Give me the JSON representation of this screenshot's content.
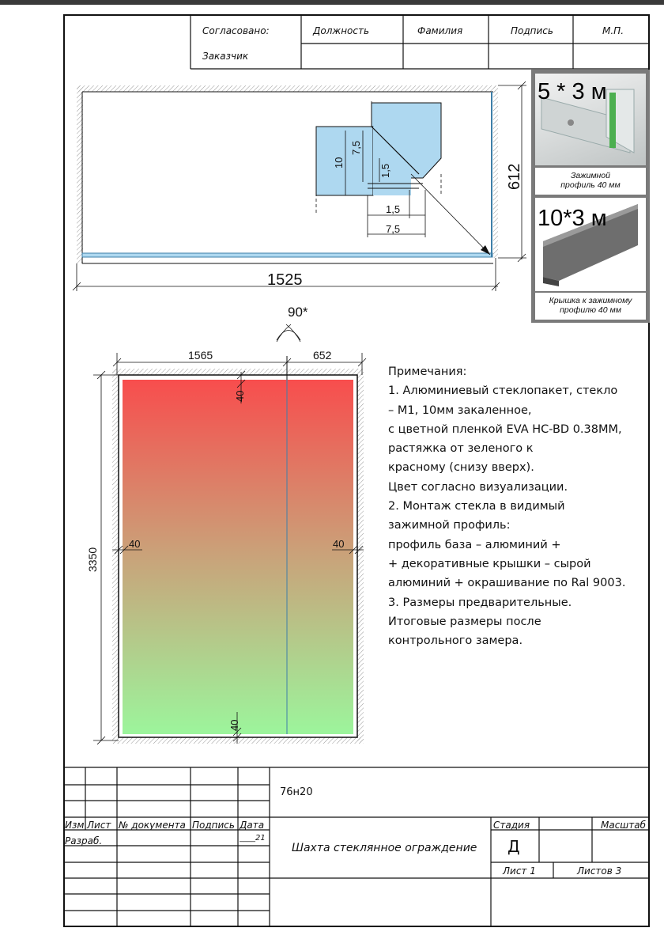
{
  "stamp_top": {
    "agreed": "Согласовано:",
    "customer": "Заказчик",
    "position": "Должность",
    "surname": "Фамилия",
    "signature": "Подпись",
    "seal": "М.П."
  },
  "plan_view": {
    "width": "1525",
    "depth": "612",
    "dim_10": "10",
    "dim_7_5_v": "7,5",
    "dim_1_5_v": "1,5",
    "dim_1_5_h": "1,5",
    "dim_7_5_h": "7,5"
  },
  "products": [
    {
      "title": "5 * 3 м",
      "caption_line1": "Зажимной",
      "caption_line2": "профиль 40 мм"
    },
    {
      "title": "10*3 м",
      "caption_line1": "Крышка к зажимному",
      "caption_line2": "профилю 40 мм"
    }
  ],
  "elevation": {
    "angle": "90*",
    "width_left": "1565",
    "width_right": "652",
    "height": "3350",
    "gap_top": "40",
    "gap_left": "40",
    "gap_right": "40",
    "gap_bottom": "40"
  },
  "notes": [
    "Примечания:",
    "1. Алюминиевый стеклопакет, стекло",
    "– М1, 10мм закаленное,",
    "с цветной пленкой EVA HC-BD 0.38MM,",
    " растяжка от зеленого к",
    "красному (снизу вверх).",
    "Цвет согласно визуализации.",
    "2. Монтаж стекла в видимый",
    "зажимной профиль:",
    "профиль база – алюминий +",
    "+ декоративные крышки – сырой",
    "алюминий + окрашивание по Ral 9003.",
    "3. Размеры предварительные.",
    "Итоговые размеры после",
    "контрольного замера."
  ],
  "title_block": {
    "code": "76н20",
    "col_izm": "Изм",
    "col_list": "Лист",
    "col_doc": "№ документа",
    "col_sign": "Подпись",
    "col_date": "Дата",
    "developer": "Разраб.",
    "date_value": "____21",
    "name": "Шахта стеклянное ограждение",
    "stage_label": "Стадия",
    "stage_value": "Д",
    "scale_label": "Масштаб",
    "sheet": "Лист 1",
    "sheets": "Листов 3"
  },
  "colors": {
    "glass_top": "#f84d4d",
    "glass_bottom": "#9cf59c",
    "plan_glass": "#aed8f0",
    "profile_line": "#3e7fa8"
  }
}
